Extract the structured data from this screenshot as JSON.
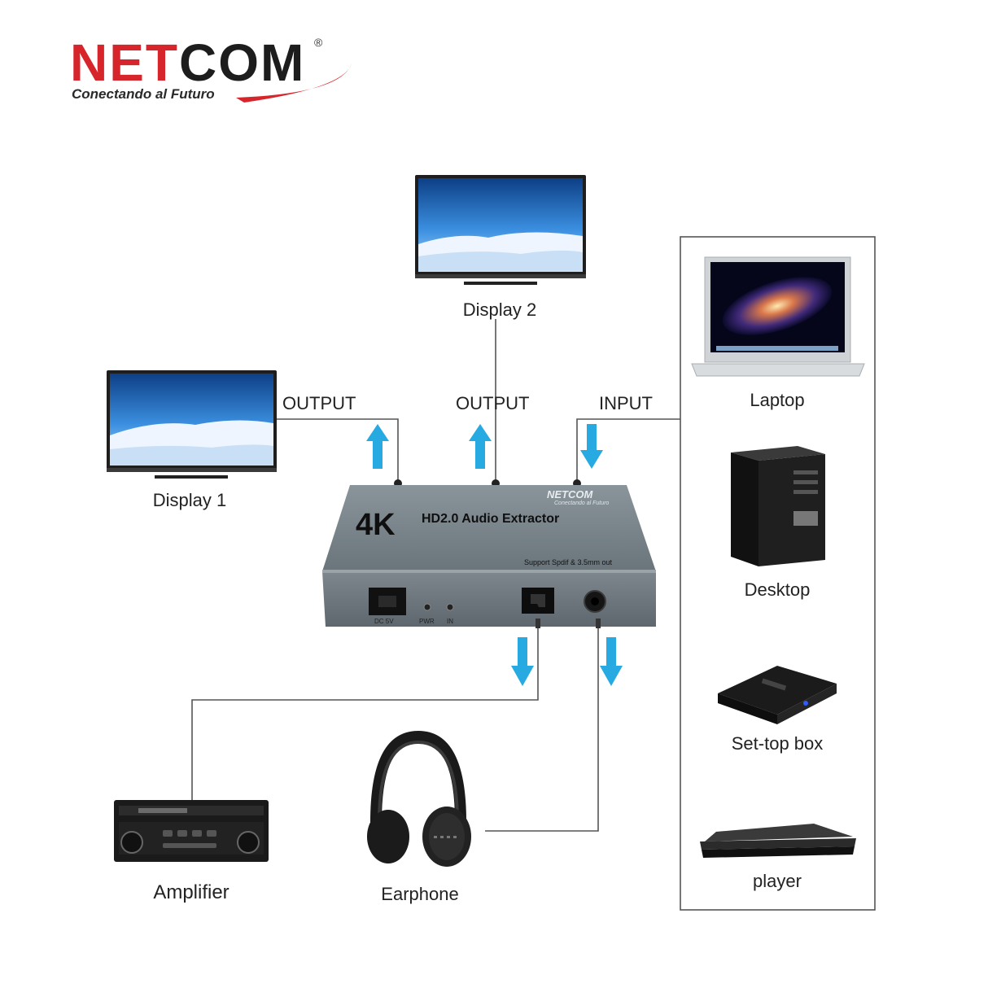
{
  "logo": {
    "brand_red": "NET",
    "brand_dark": "COM",
    "registered": "®",
    "tagline": "Conectando al Futuro"
  },
  "colors": {
    "brand_red": "#d7262b",
    "arrow": "#27a9e1",
    "device_body": "#6f7a80",
    "line": "#555555"
  },
  "ports": {
    "output_1": "OUTPUT",
    "output_2": "OUTPUT",
    "input": "INPUT"
  },
  "displays": {
    "display_1": "Display 1",
    "display_2": "Display 2"
  },
  "sources": {
    "laptop": "Laptop",
    "desktop": "Desktop",
    "settop": "Set-top box",
    "player": "player"
  },
  "outputs": {
    "amplifier": "Amplifier",
    "earphone": "Earphone"
  },
  "extractor": {
    "brand": "NETCOM",
    "brand_sub": "Conectando al Futuro",
    "big": "4K",
    "title": "HD2.0 Audio Extractor",
    "support": "Support Spdif & 3.5mm out",
    "dc": "DC 5V",
    "pwr": "PWR",
    "in": "IN"
  }
}
